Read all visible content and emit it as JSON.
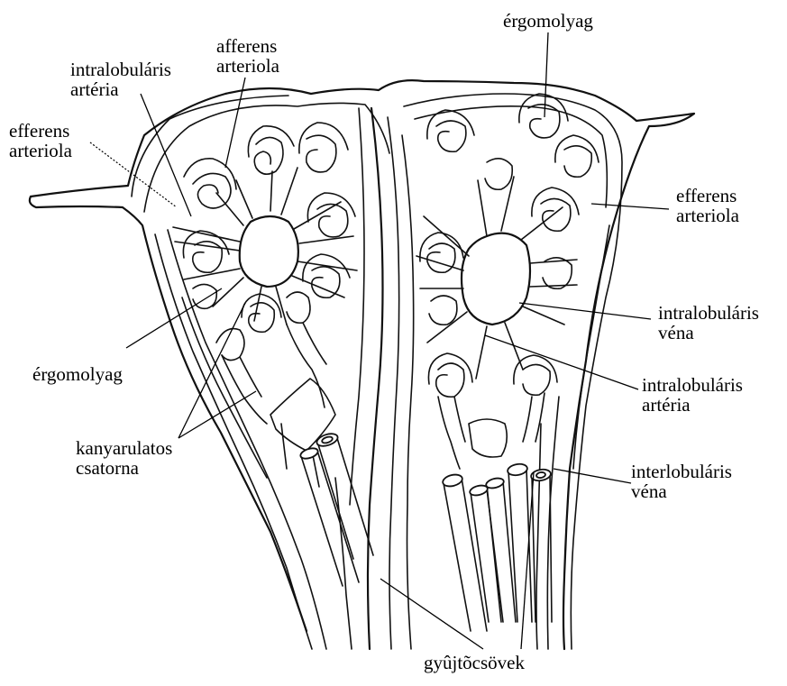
{
  "labels": {
    "ergomolyag_top": "érgomolyag",
    "afferens_arteriola": [
      "afferens",
      "arteriola"
    ],
    "intralobularis_arteria_left": [
      "intralobuláris",
      "artéria"
    ],
    "efferens_arteriola_left": [
      "efferens",
      "arteriola"
    ],
    "ergomolyag_left": "érgomolyag",
    "kanyarulatos_csatorna": [
      "kanyarulatos",
      "csatorna"
    ],
    "efferens_arteriola_right": [
      "efferens",
      "arteriola"
    ],
    "intralobularis_vena": [
      "intralobuláris",
      "véna"
    ],
    "intralobularis_arteria_right": [
      "intralobuláris",
      "artéria"
    ],
    "interlobularis_vena": [
      "interlobuláris",
      "véna"
    ],
    "gyujtocsovek": "gyûjtõcsövek"
  }
}
